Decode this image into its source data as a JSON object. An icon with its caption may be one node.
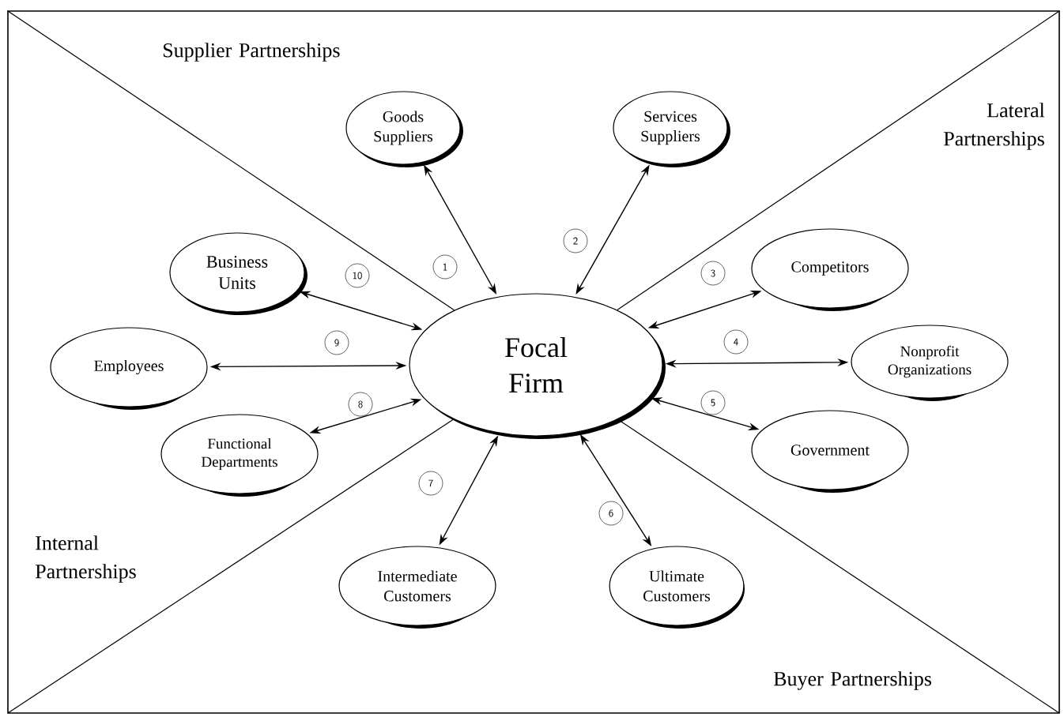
{
  "diagram": {
    "nodes": [
      {
        "text": [
          "Focal Firm"
        ]
      },
      {
        "text": [
          "Goods Suppliers"
        ]
      },
      {
        "text": [
          "Services Suppliers"
        ]
      },
      {
        "text": [
          "Competitors"
        ]
      },
      {
        "text": [
          "Nonprofit Organizations"
        ]
      },
      {
        "text": [
          "Government"
        ]
      },
      {
        "text": [
          "Ultimate Customers"
        ]
      },
      {
        "text": [
          "Intermediate Customers"
        ]
      },
      {
        "text": [
          "Functional Departments"
        ]
      },
      {
        "text": [
          "Employees"
        ]
      },
      {
        "text": [
          "Business Units"
        ]
      }
    ],
    "edges": [
      {
        "from": 0,
        "to": 1,
        "arrow": "both",
        "label": "1"
      },
      {
        "from": 0,
        "to": 2,
        "arrow": "both",
        "label": "2"
      },
      {
        "from": 0,
        "to": 3,
        "arrow": "both",
        "label": "3"
      },
      {
        "from": 0,
        "to": 4,
        "arrow": "both",
        "label": "4"
      },
      {
        "from": 0,
        "to": 5,
        "arrow": "both",
        "label": "5"
      },
      {
        "from": 0,
        "to": 6,
        "arrow": "both",
        "label": "6"
      },
      {
        "from": 0,
        "to": 7,
        "arrow": "both",
        "label": "7"
      },
      {
        "from": 0,
        "to": 8,
        "arrow": "both",
        "label": "8"
      },
      {
        "from": 0,
        "to": 9,
        "arrow": "both",
        "label": "9"
      },
      {
        "from": 0,
        "to": 10,
        "arrow": "both",
        "label": "10"
      }
    ],
    "labels": [
      "Supplier Partnerships",
      "Lateral Partnerships",
      "Internal Partnerships",
      "Buyer Partnerships"
    ]
  }
}
